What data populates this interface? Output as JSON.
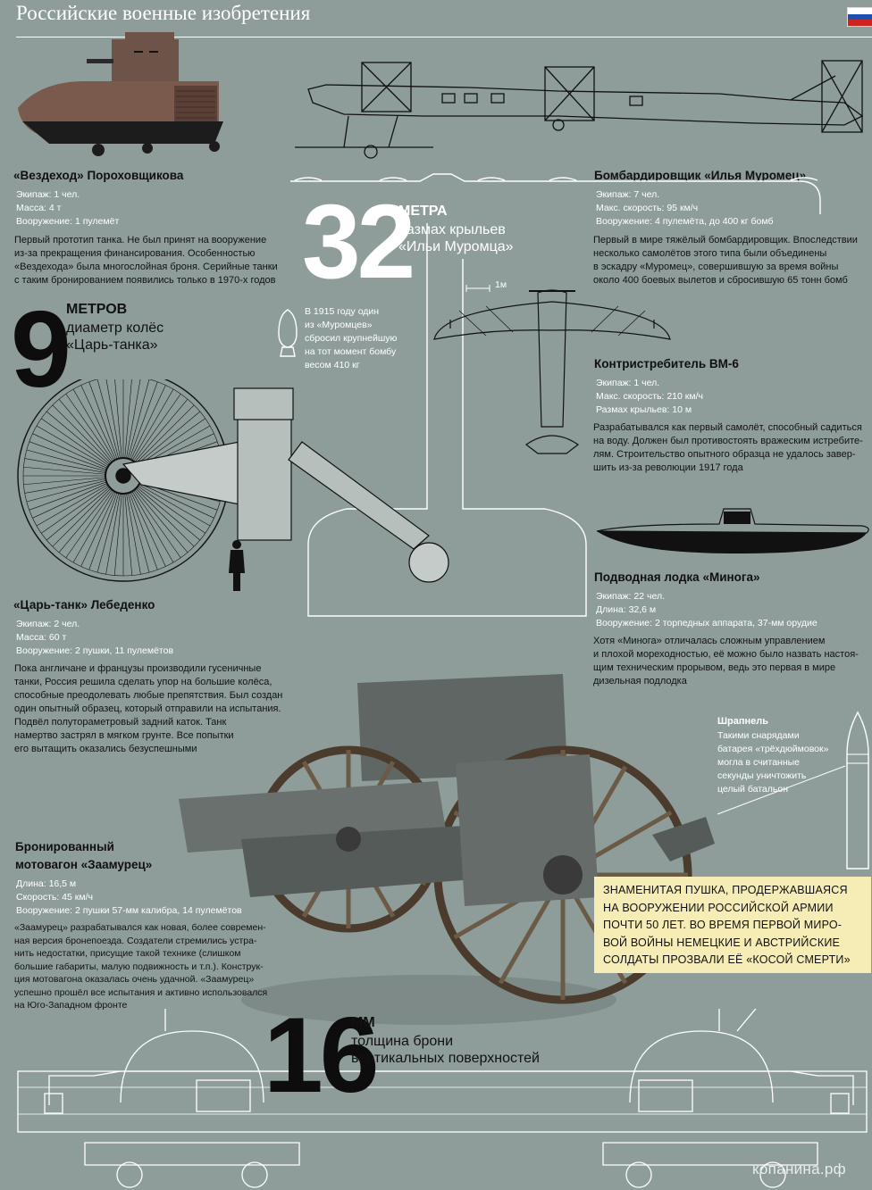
{
  "header": {
    "title": "Российские военные изобретения"
  },
  "flag_colors": [
    "#ffffff",
    "#1e4fb0",
    "#d0231e"
  ],
  "colors": {
    "background": "#8f9d9a",
    "accent_yellow": "#f6ecb6"
  },
  "vezdekhod": {
    "title": "«Вездеход» Пороховщикова",
    "specs": [
      "Экипаж: 1 чел.",
      "Масса: 4 т",
      "Вооружение: 1 пулемёт"
    ],
    "text": [
      "Первый прототип танка. Не был принят на вооружение",
      "из-за прекращения финансирования. Особенностью",
      "«Вездехода» была многослойная броня. Серийные танки",
      "с таким бронированием появились только в 1970-х годов"
    ]
  },
  "muromets": {
    "title": "Бомбардировщик «Илья Муромец»",
    "specs": [
      "Экипаж: 7 чел.",
      "Макс. скорость: 95 км/ч",
      "Вооружение: 4 пулемёта, до 400 кг бомб"
    ],
    "text": [
      "Первый в мире тяжёлый бомбардировщик. Впоследствии",
      "несколько самолётов этого типа были объединены",
      "в эскадру «Муромец», совершившую за время войны",
      "около 400 боевых вылетов и сбросившую 65 тонн бомб"
    ]
  },
  "wingspan": {
    "number": "32",
    "unit": "МЕТРА",
    "desc": [
      "размах крыльев",
      "«Ильи Муромца»"
    ]
  },
  "tsar_wheel": {
    "number": "9",
    "unit": "МЕТРОВ",
    "desc": [
      "диаметр колёс",
      "«Царь-танка»"
    ]
  },
  "bomb_note": [
    "В 1915 году один",
    "из «Муромцев»",
    "сбросил крупнейшую",
    "на тот момент бомбу",
    "весом 410 кг"
  ],
  "scale_label": "1м",
  "vm6": {
    "title": "Контристребитель ВМ-6",
    "specs": [
      "Экипаж: 1 чел.",
      "Макс. скорость: 210 км/ч",
      "Размах крыльев: 10 м"
    ],
    "text": [
      "Разрабатывался как первый самолёт, способный садиться",
      "на воду. Должен был противостоять вражеским истребите-",
      "лям. Строительство опытного образца не удалось завер-",
      "шить из-за революции 1917 года"
    ]
  },
  "minoga": {
    "title": "Подводная лодка «Минога»",
    "specs": [
      "Экипаж: 22 чел.",
      "Длина: 32,6 м",
      "Вооружение: 2 торпедных аппарата, 37-мм орудие"
    ],
    "text": [
      "Хотя «Минога» отличалась сложным управлением",
      "и плохой мореходностью, её можно было назвать настоя-",
      "щим техническим прорывом, ведь это первая в мире",
      "дизельная подлодка"
    ]
  },
  "tsar_tank": {
    "title": "«Царь-танк» Лебеденко",
    "specs": [
      "Экипаж: 2 чел.",
      "Масса: 60 т",
      "Вооружение: 2 пушки, 11 пулемётов"
    ],
    "text": [
      "Пока англичане и французы производили гусеничные",
      "танки, Россия решила сделать упор на большие колёса,",
      "способные преодолевать любые препятствия. Был создан",
      "один опытный образец, который отправили на испытания.",
      "Подвёл полутораметровый задний каток. Танк",
      "намертво застрял в мягком грунте. Все попытки",
      "его вытащить оказались безуспешными"
    ]
  },
  "shrapnel": {
    "title": "Шрапнель",
    "text": [
      "Такими снарядами",
      "батарея «трёхдюймовок»",
      "могла в считанные",
      "секунды уничтожить",
      "целый батальон"
    ]
  },
  "zaamurets": {
    "title": [
      "Бронированный",
      "мотовагон «Заамурец»"
    ],
    "specs": [
      "Длина: 16,5 м",
      "Скорость: 45 км/ч",
      "Вооружение: 2 пушки 57-мм калибра, 14 пулемётов"
    ],
    "text": [
      "«Заамурец» разрабатывался как новая, более современ-",
      "ная версия бронепоезда. Создатели стремились устра-",
      "нить недостатки, присущие такой технике (слишком",
      "большие габариты, малую подвижность и т.п.). Конструк-",
      "ция мотовагона оказалась очень удачной. «Заамурец»",
      "успешно прошёл все испытания и активно использовался",
      "на Юго-Западном фронте"
    ]
  },
  "armor": {
    "number": "16",
    "unit": "ММ",
    "desc": [
      "толщина брони",
      "вертикальных поверхностей"
    ]
  },
  "cannon_callout": [
    "ЗНАМЕНИТАЯ ПУШКА, ПРОДЕРЖАВШАЯСЯ",
    "НА ВООРУЖЕНИИ РОССИЙСКОЙ АРМИИ",
    "ПОЧТИ 50 ЛЕТ. ВО ВРЕМЯ ПЕРВОЙ МИРО-",
    "ВОЙ ВОЙНЫ НЕМЕЦКИЕ И АВСТРИЙСКИЕ",
    "СОЛДАТЫ ПРОЗВАЛИ ЕЁ «КОСОЙ СМЕРТИ»"
  ],
  "watermark": "копанина.рф"
}
